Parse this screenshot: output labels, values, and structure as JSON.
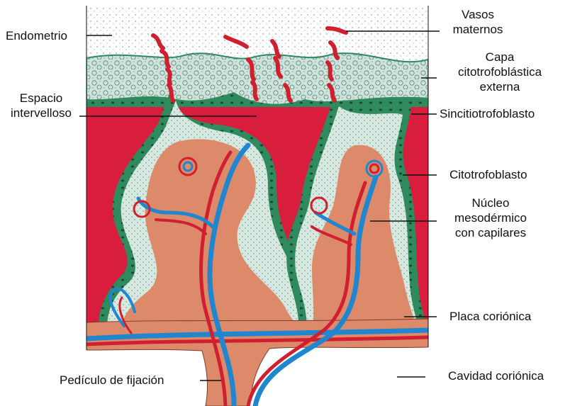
{
  "labels": {
    "endometrio": "Endometrio",
    "vasos_maternos": [
      "Vasos",
      "maternos"
    ],
    "capa_citotrofoblastica": [
      "Capa",
      "citotrofoblástica",
      "externa"
    ],
    "espacio_intervelloso": [
      "Espacio",
      "intervelloso"
    ],
    "sincitiotrofoblasto": "Sincitiotrofoblasto",
    "citotrofoblasto": "Citotrofoblasto",
    "nucleo_mesodermico": [
      "Núcleo",
      "mesodérmico",
      "con capilares"
    ],
    "placa_corionica": "Placa coriónica",
    "pediculo_fijacion": "Pedículo de fijación",
    "cavidad_corionica": "Cavidad coriónica"
  },
  "colors": {
    "maternal_blood": "#d81e3c",
    "syncytiotrophoblast": "#2f8a5e",
    "cytotrophoblast": "#cfe3dc",
    "mesoderm": "#dd8a6a",
    "artery": "#d01f2f",
    "vein": "#1f86cf",
    "line": "#111111"
  }
}
